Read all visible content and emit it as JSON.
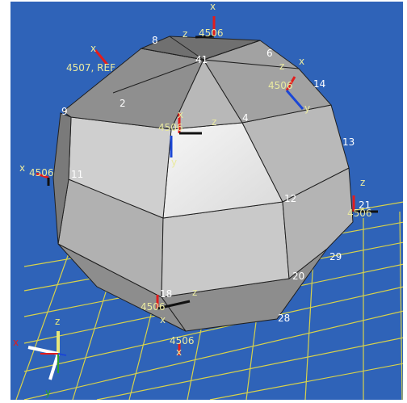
{
  "viewport": {
    "background": "#2f63b8",
    "grid_color": "#d8d24a"
  },
  "node_labels": [
    "41",
    "8",
    "6",
    "2",
    "4",
    "9",
    "11",
    "12",
    "13",
    "14",
    "21",
    "29",
    "20",
    "28",
    "18"
  ],
  "csys_labels": {
    "top": "4506",
    "ref": "4507, REF",
    "upper_right": "4506",
    "center": "4506",
    "left": "4506",
    "right": "4506",
    "lower": "4506",
    "bottom": "4506"
  },
  "axis_labels": {
    "z": "z",
    "x": "x",
    "y": "y"
  },
  "triad": {
    "x": "x",
    "y": "y",
    "z": "z"
  }
}
